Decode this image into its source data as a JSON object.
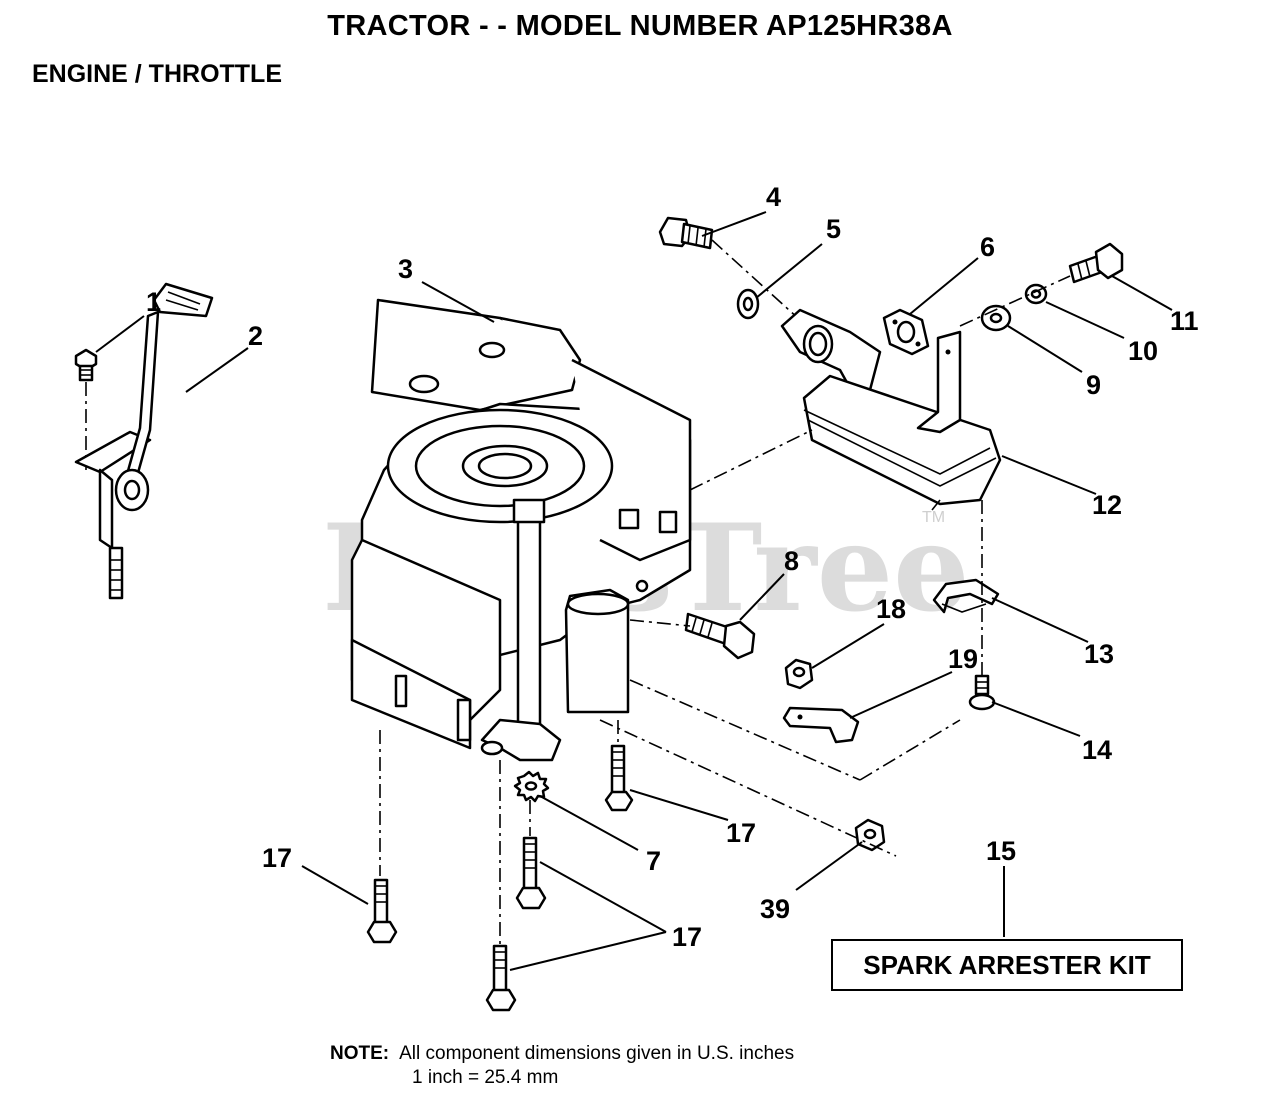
{
  "header": {
    "title": "TRACTOR - - MODEL NUMBER AP125HR38A",
    "subtitle": "ENGINE / THROTTLE"
  },
  "watermark": {
    "text": "PartsTree",
    "trademark": "TM"
  },
  "callouts": {
    "c1": "1",
    "c2": "2",
    "c3": "3",
    "c4": "4",
    "c5": "5",
    "c6": "6",
    "c7": "7",
    "c8": "8",
    "c9": "9",
    "c10": "10",
    "c11": "11",
    "c12": "12",
    "c13": "13",
    "c14": "14",
    "c15": "15",
    "c17a": "17",
    "c17b": "17",
    "c17c": "17",
    "c18": "18",
    "c19": "19",
    "c39": "39"
  },
  "kit": {
    "label": "SPARK ARRESTER KIT"
  },
  "note": {
    "label": "NOTE:",
    "line1": "All component dimensions given in U.S. inches",
    "line2": "1 inch = 25.4 mm"
  }
}
